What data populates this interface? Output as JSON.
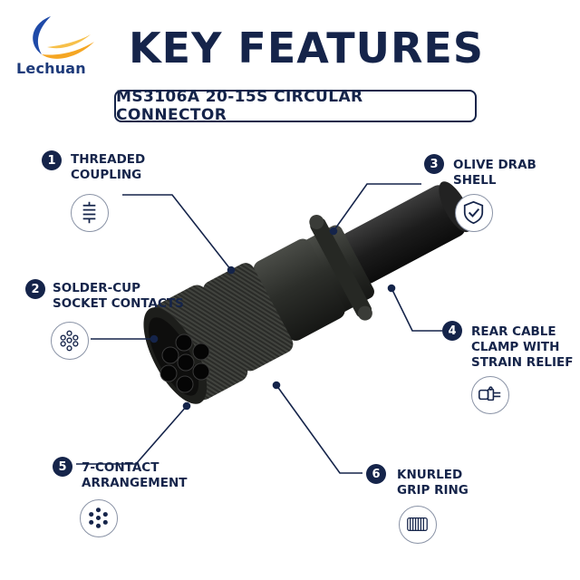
{
  "brand": {
    "name": "Lechuan"
  },
  "title": "KEY FEATURES",
  "subtitle": "MS3106A 20-15S CIRCULAR CONNECTOR",
  "features": [
    {
      "number": "1",
      "line1": "THREADED",
      "line2": "COUPLING",
      "line3": "",
      "icon": "spring-icon"
    },
    {
      "number": "2",
      "line1": "SOLDER-CUP",
      "line2": "SOCKET CONTACTS",
      "line3": "",
      "icon": "pin-layout-icon"
    },
    {
      "number": "3",
      "line1": "OLIVE DRAB",
      "line2": "SHELL",
      "line3": "",
      "icon": "shield-check-icon"
    },
    {
      "number": "4",
      "line1": "REAR CABLE",
      "line2": "CLAMP WITH",
      "line3": "STRAIN RELIEF",
      "icon": "cable-clamp-icon"
    },
    {
      "number": "5",
      "line1": "7-CONTACT",
      "line2": "ARRANGEMENT",
      "line3": "",
      "icon": "seven-contact-icon"
    },
    {
      "number": "6",
      "line1": "KNURLED",
      "line2": "GRIP RING",
      "line3": "",
      "icon": "knurled-ring-icon"
    }
  ],
  "colors": {
    "navy": "#15244a",
    "logo_blue": "#1d3a7a",
    "logo_orange": "#f5a623",
    "shell": "#2c2e2a"
  }
}
